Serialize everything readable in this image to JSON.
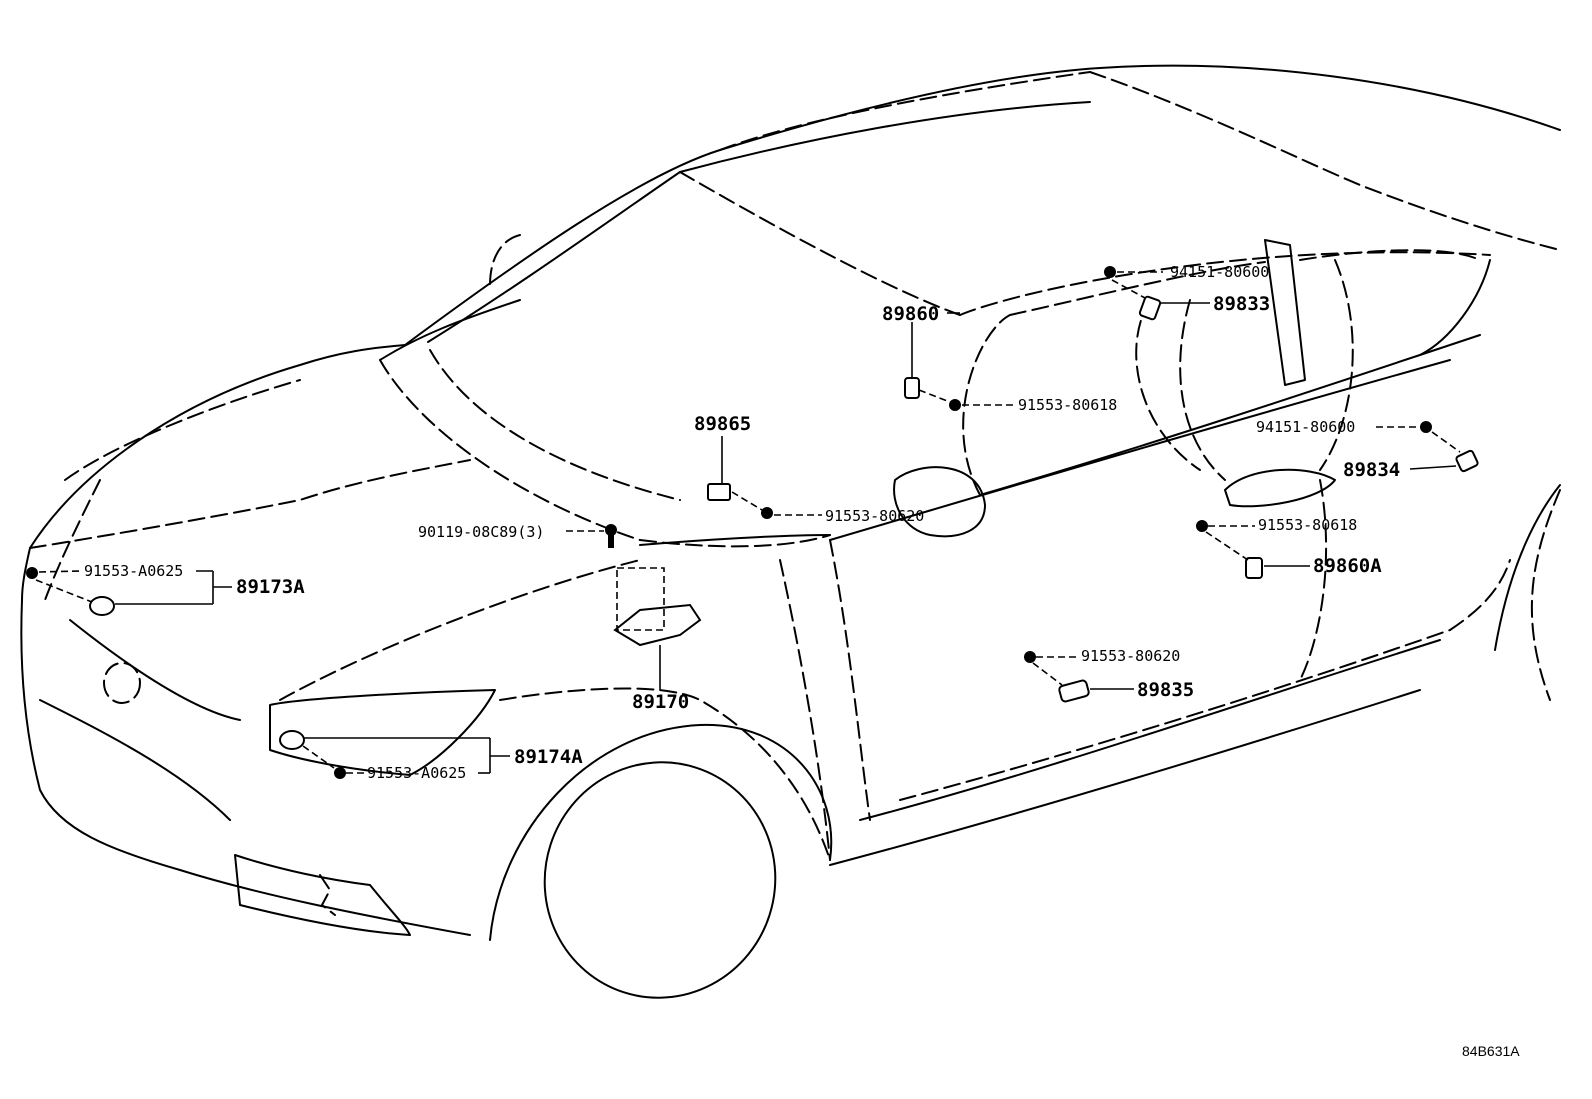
{
  "labels": {
    "p89860": "89860",
    "p89833": "89833",
    "p94151_a": "94151-80600",
    "p91553_80618_a": "91553-80618",
    "p89865": "89865",
    "p91553_80620_a": "91553-80620",
    "p90119": "90119-08C89(3)",
    "p91553_A0625_a": "91553-A0625",
    "p89173A": "89173A",
    "p89170": "89170",
    "p94151_b": "94151-80600",
    "p89834": "89834",
    "p91553_80618_b": "91553-80618",
    "p89860A": "89860A",
    "p91553_80620_b": "91553-80620",
    "p89835": "89835",
    "p89174A": "89174A",
    "p91553_A0625_b": "91553-A0625"
  },
  "diagram_code": "84B631A"
}
